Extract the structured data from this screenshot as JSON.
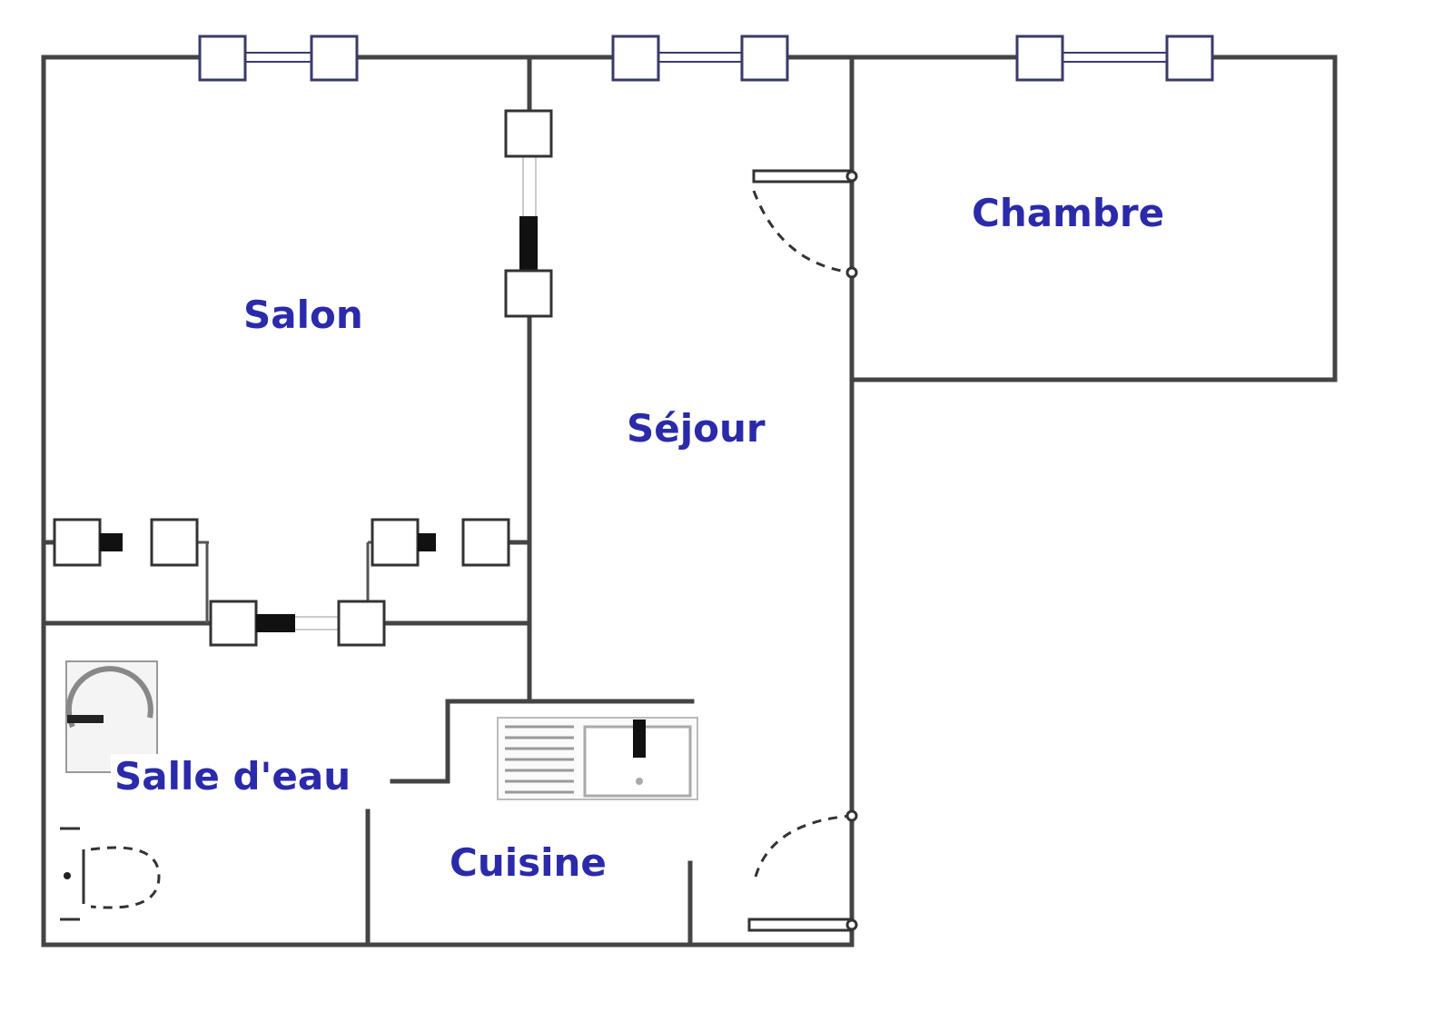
{
  "rooms": {
    "salon": "Salon",
    "sejour": "Séjour",
    "chambre": "Chambre",
    "salle_deau": "Salle d'eau",
    "cuisine": "Cuisine"
  },
  "colors": {
    "label": "#2a2aaa",
    "wall": "#444444"
  }
}
